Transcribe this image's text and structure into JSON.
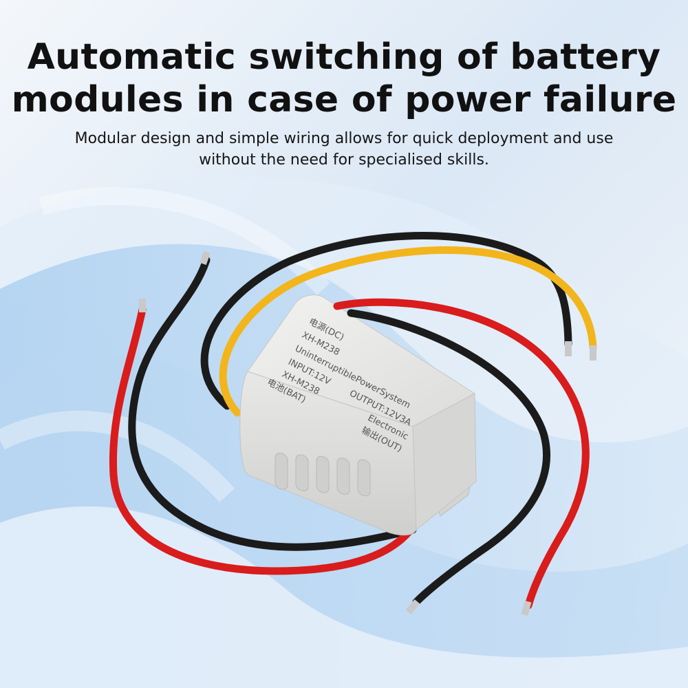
{
  "headline": {
    "line1": "Automatic switching of battery",
    "line2": "modules in case of power failure"
  },
  "subheadline": {
    "line1": "Modular design and simple wiring allows for quick deployment and use",
    "line2": "without the need for specialised skills."
  },
  "device_label": {
    "power_dc": "电源(DC)",
    "model": "XH-M238",
    "name": "UninterruptiblePowerSystem",
    "input": "INPUT:12V",
    "output": "OUTPUT:12V3A",
    "model_repeat": "XH-M238",
    "maker": "Electronic",
    "battery": "电池(BAT)",
    "out": "输出(OUT)"
  },
  "colors": {
    "wire_red": "#d91c1c",
    "wire_black": "#1b1b1b",
    "wire_yellow": "#f2b51c",
    "case": "#e6e6e4",
    "background": "#cfe3f5"
  }
}
